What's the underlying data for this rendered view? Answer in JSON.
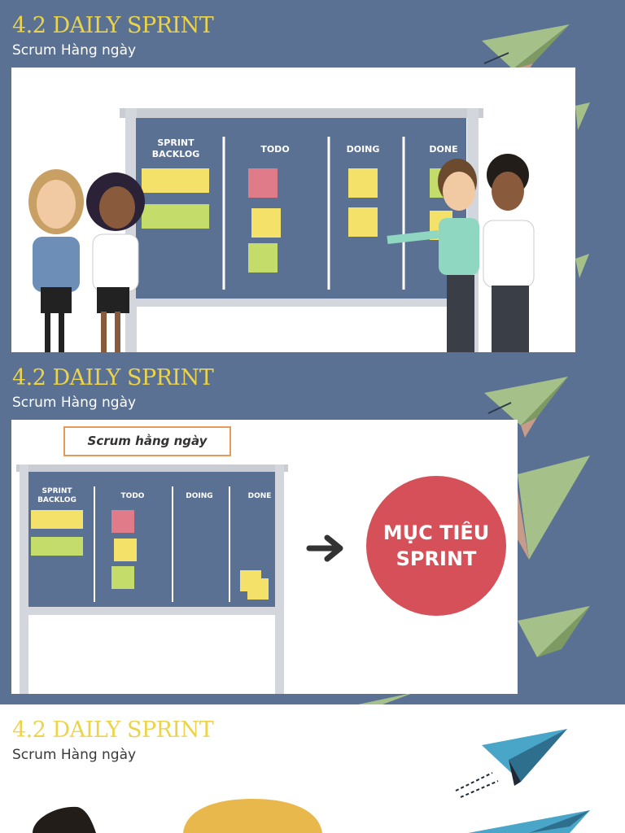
{
  "slides": [
    {
      "title": "4.2 DAILY SPRINT",
      "subtitle": "Scrum Hàng ngày",
      "board_columns": [
        "SPRINT",
        "BACKLOG",
        "TODO",
        "DOING",
        "DONE"
      ]
    },
    {
      "title": "4.2 DAILY SPRINT",
      "subtitle": "Scrum Hàng ngày",
      "caption": "Scrum hằng ngày",
      "board_columns": [
        "SPRINT",
        "BACKLOG",
        "TODO",
        "DOING",
        "DONE"
      ],
      "goal_line1": "MỤC TIÊU",
      "goal_line2": "SPRINT"
    },
    {
      "title": "4.2 DAILY SPRINT",
      "subtitle": "Scrum Hàng ngày"
    }
  ],
  "colors": {
    "background": "#5b7193",
    "title": "#ecd44a",
    "board": "#5b7193",
    "note_yellow": "#f4e16a",
    "note_green": "#c4dd6a",
    "note_pink": "#e07b8a",
    "goal_circle": "#d6505a",
    "plane_green": "#9ab57c",
    "plane_blue": "#4aa6c9"
  },
  "icons": [
    "paper-plane-icon",
    "arrow-right-icon"
  ]
}
